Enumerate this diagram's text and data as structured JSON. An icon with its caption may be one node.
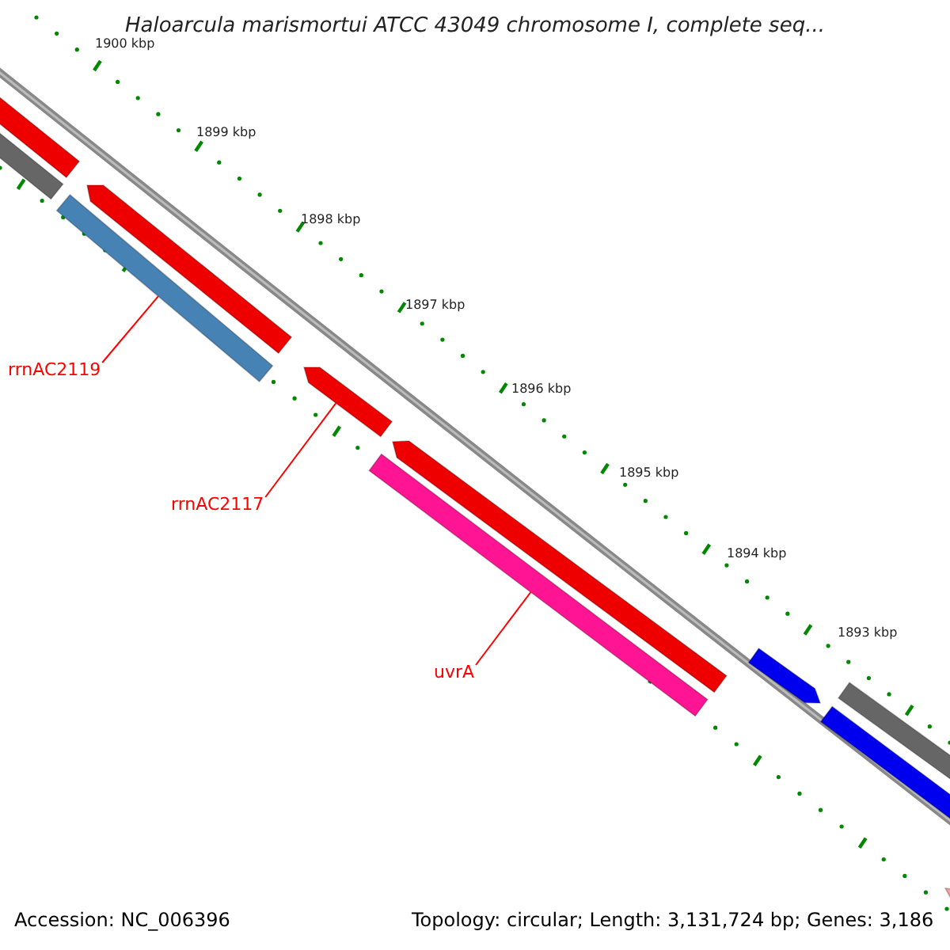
{
  "diagram": {
    "title": "Haloarcula marismortui ATCC 43049 chromosome I, complete seq...",
    "nodes": [
      {
        "text": [
          "rrnAC2119"
        ]
      },
      {
        "text": [],
        "shape": "bar"
      },
      {
        "text": [
          "rrnAC2117"
        ]
      },
      {
        "text": [],
        "shape": "bar"
      },
      {
        "text": [
          "uvrA"
        ]
      },
      {
        "text": [],
        "shape": "bar"
      }
    ],
    "edges": [
      {
        "from": 0,
        "to": 1,
        "arrow": "none"
      },
      {
        "from": 2,
        "to": 3,
        "arrow": "none"
      },
      {
        "from": 4,
        "to": 5,
        "arrow": "none"
      }
    ],
    "labels": [
      "1900 kbp",
      "1899 kbp",
      "1898 kbp",
      "1897 kbp",
      "1896 kbp",
      "1895 kbp",
      "1894 kbp",
      "1893 kbp",
      "Accession: NC_006396",
      "Topology: circular; Length: 3,131,724 bp; Genes: 3,186"
    ]
  }
}
